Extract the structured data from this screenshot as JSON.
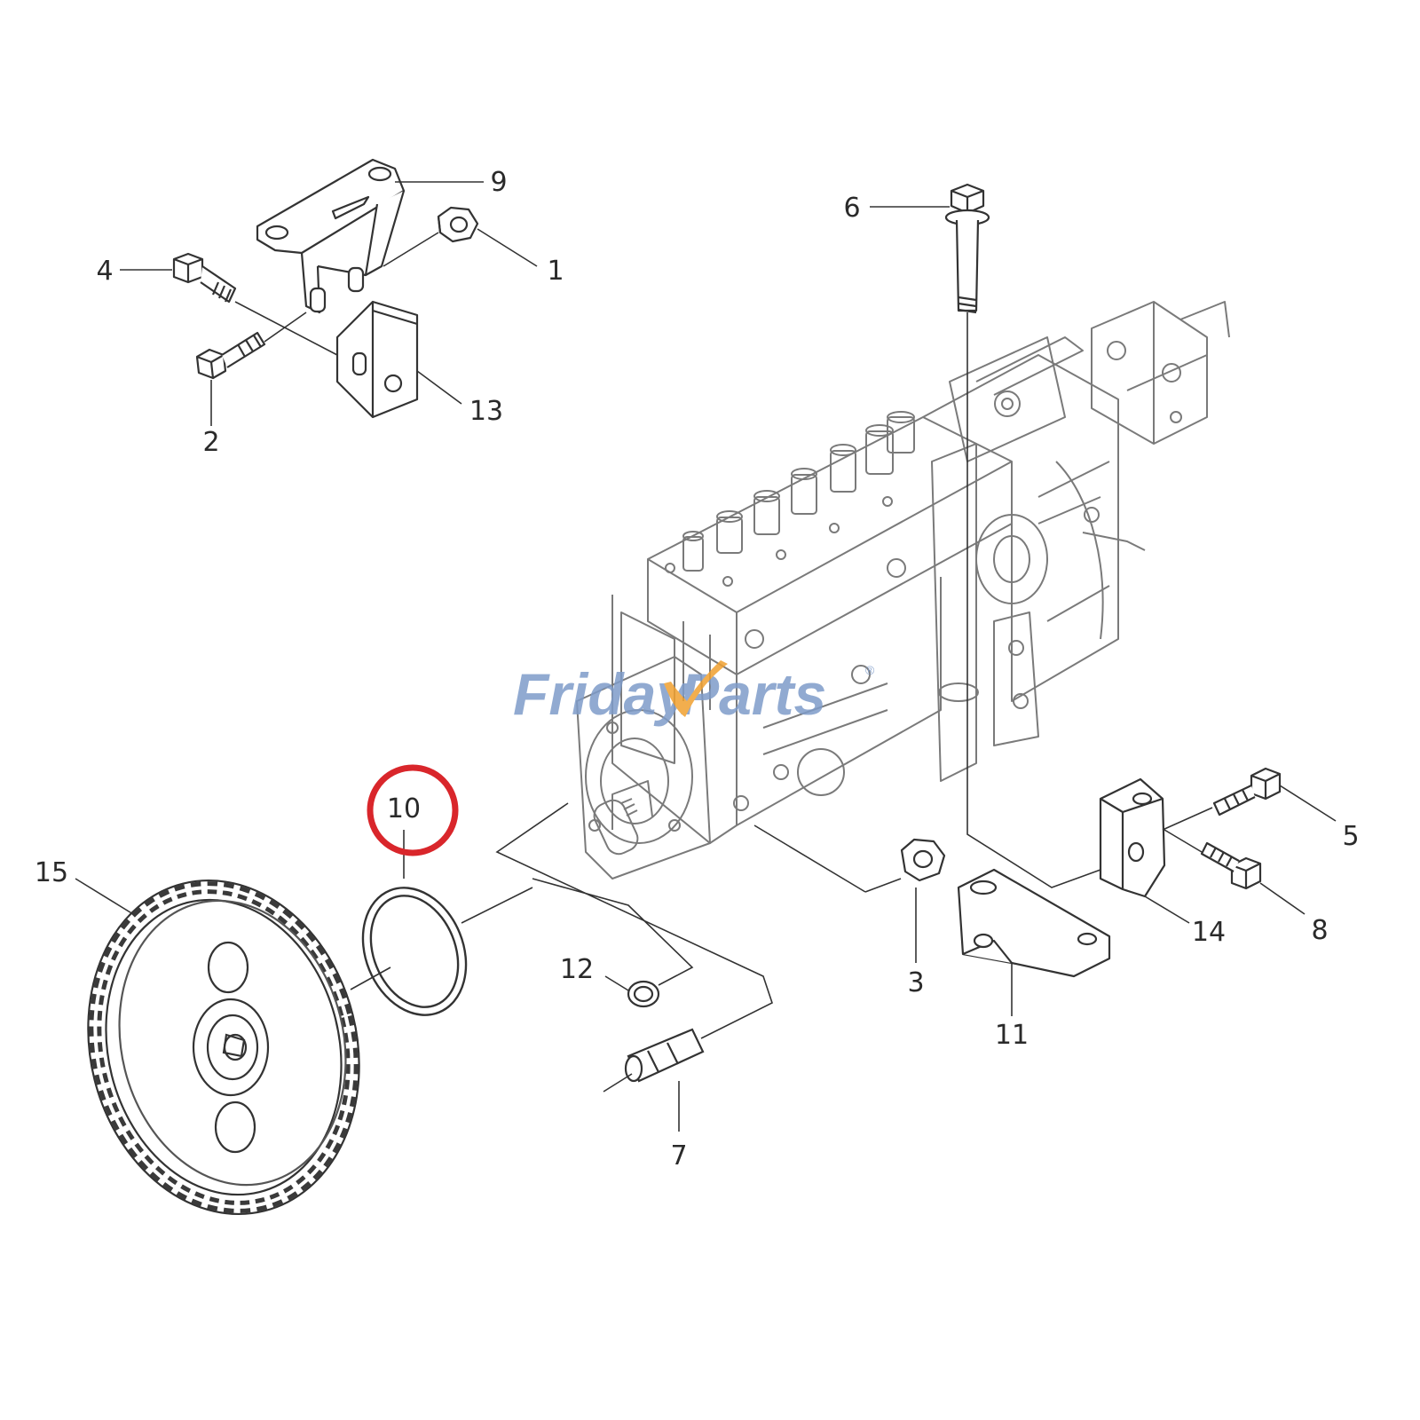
{
  "diagram": {
    "callouts": {
      "c1": "1",
      "c2": "2",
      "c3": "3",
      "c4": "4",
      "c5": "5",
      "c6": "6",
      "c7": "7",
      "c8": "8",
      "c9": "9",
      "c10": "10",
      "c11": "11",
      "c12": "12",
      "c13": "13",
      "c14": "14",
      "c15": "15"
    },
    "highlighted_callout": "10"
  },
  "watermark": {
    "brand_part1": "Friday",
    "brand_part2": "Parts",
    "registered_mark": "®",
    "color": "#7e9cc9",
    "accent_color": "#f0a030"
  },
  "colors": {
    "line": "#333333",
    "highlight_ring": "#d9262b"
  }
}
